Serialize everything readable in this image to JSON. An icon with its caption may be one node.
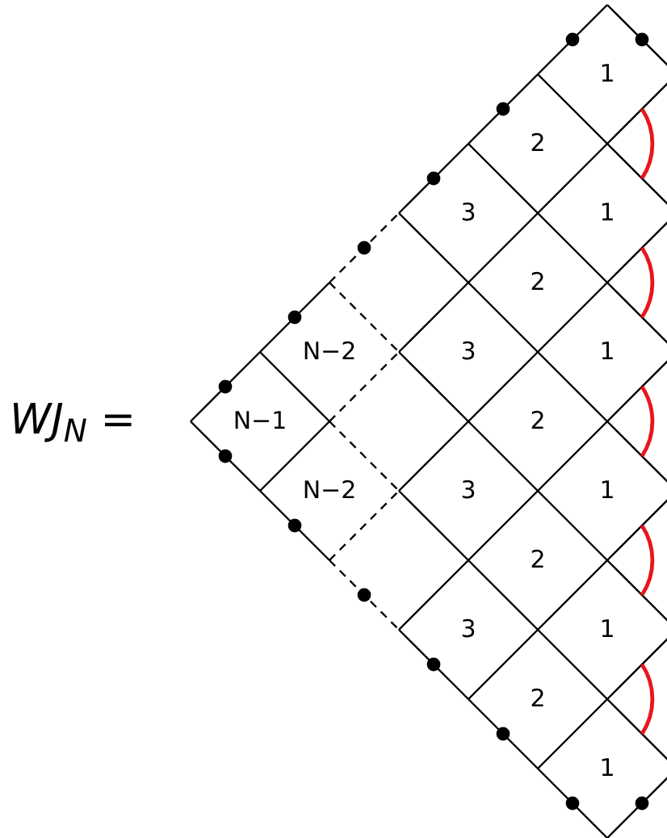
{
  "diagram": {
    "labels": [
      "1",
      "2",
      "3",
      "1",
      "2",
      "N−2",
      "3",
      "1",
      "WJ$_{N}$ =",
      "N−1",
      "2",
      "N−2",
      "3",
      "1",
      "2",
      "3",
      "1",
      "2",
      "1"
    ]
  }
}
